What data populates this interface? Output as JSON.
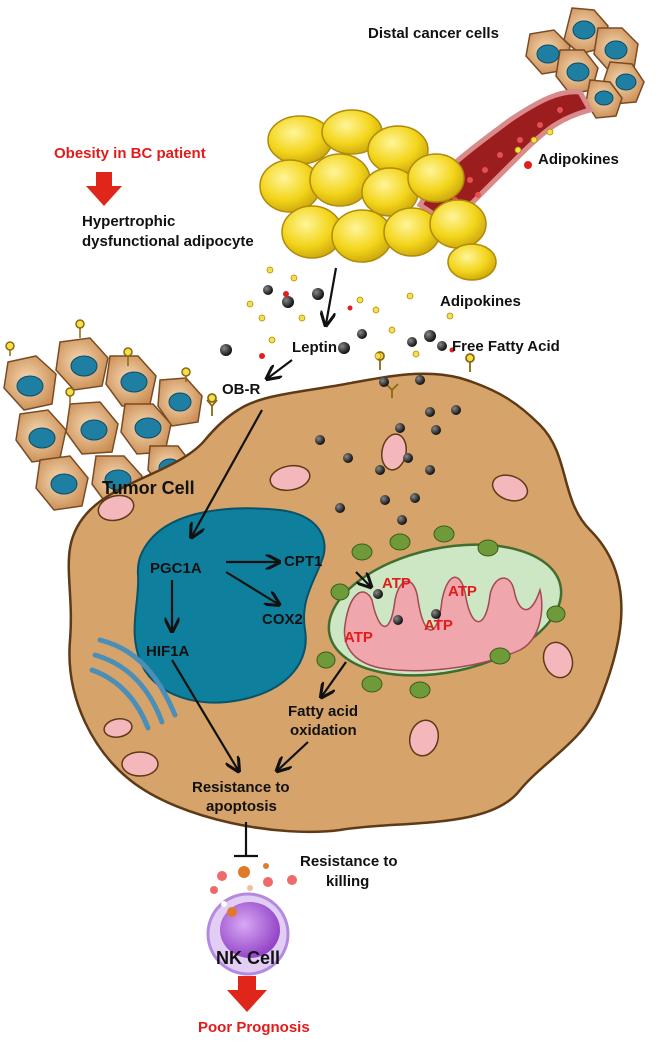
{
  "labels": {
    "distal": "Distal cancer cells",
    "adipokines_top": "Adipokines",
    "obesity": "Obesity in BC patient",
    "hyper_line1": "Hypertrophic",
    "hyper_line2": "dysfunctional adipocyte",
    "adipokines_mid": "Adipokines",
    "leptin": "Leptin",
    "ffa": "Free Fatty Acid",
    "obr": "OB-R",
    "tumor_cell": "Tumor Cell",
    "pgc1a": "PGC1A",
    "cpt1": "CPT1",
    "cox2": "COX2",
    "hif1a": "HIF1A",
    "fao_line1": "Fatty acid",
    "fao_line2": "oxidation",
    "res_apop_line1": "Resistance to",
    "res_apop_line2": "apoptosis",
    "res_kill_line1": "Resistance to",
    "res_kill_line2": "killing",
    "nk_cell": "NK Cell",
    "poor_prognosis": "Poor Prognosis",
    "atp": [
      "ATP",
      "ATP",
      "ATP",
      "ATP"
    ]
  },
  "colors": {
    "red_text": "#e31b1b",
    "red_arrow": "#e0261a",
    "tumor_fill": "#d6a46a",
    "nucleus": "#0f7f9e",
    "adipocyte": "#f3d51a",
    "mito_outer": "#cde6c4",
    "mito_inner": "#f0a6ad",
    "nk_cell": "#b873e0"
  }
}
